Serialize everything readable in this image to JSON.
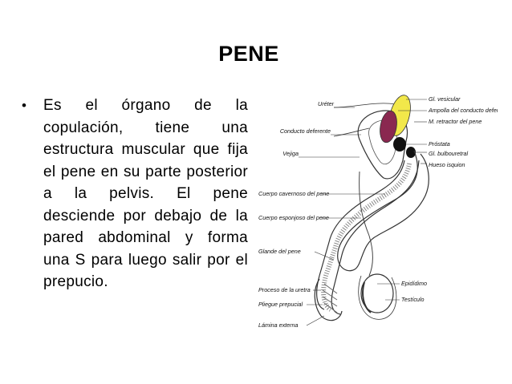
{
  "slide": {
    "title": "PENE",
    "bullet": "Es el órgano de la copulación, tiene una estructura muscular que fija el pene en su parte posterior a la pelvis. El pene desciende por debajo de la pared abdominal y forma una S para luego salir por el prepucio."
  },
  "figure": {
    "labels": {
      "ureter": "Uréter",
      "conducto_deferente": "Conducto deferente",
      "vejiga": "Vejiga",
      "cuerpo_cavernoso": "Cuerpo cavernoso del pene",
      "cuerpo_esponjoso": "Cuerpo esponjoso del pene",
      "glande": "Glande del pene",
      "proceso_uretra": "Proceso de la uretra",
      "pliegue_prepucial": "Pliegue prepucial",
      "lamina_externa": "Lámina externa",
      "gl_vesicular": "Gl. vesicular",
      "ampolla": "Ampolla del conducto deferente",
      "retractor": "M. retractor del pene",
      "prostata": "Próstata",
      "bulbouretral": "Gl. bulbouretral",
      "hueso_isquion": "Hueso isquion",
      "epididimo": "Epidídimo",
      "testiculo": "Testículo"
    },
    "colors": {
      "vesicular_gland": "#f2e84a",
      "ampulla": "#8a2850",
      "dark_glands": "#111111"
    }
  }
}
